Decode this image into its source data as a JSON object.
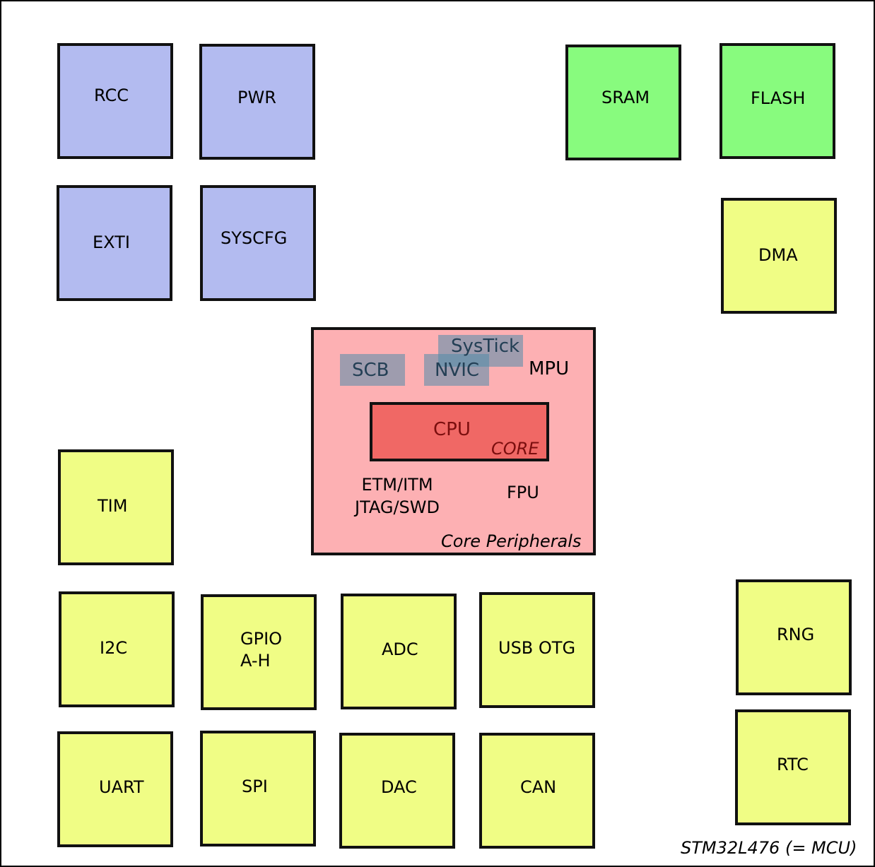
{
  "system_blocks": [
    "RCC",
    "PWR",
    "EXTI",
    "SYSCFG"
  ],
  "memory_blocks": [
    "SRAM",
    "FLASH"
  ],
  "peripherals": {
    "dma": "DMA",
    "tim": "TIM",
    "i2c": "I2C",
    "gpio": "GPIO\nA-H",
    "adc": "ADC",
    "usb": "USB OTG",
    "rng": "RNG",
    "uart": "UART",
    "spi": "SPI",
    "dac": "DAC",
    "can": "CAN",
    "rtc": "RTC"
  },
  "core": {
    "systick": "SysTick",
    "scb": "SCB",
    "nvic": "NVIC",
    "mpu": "MPU",
    "cpu": "CPU",
    "cpu_tag": "CORE",
    "debug": "ETM/ITM\nJTAG/SWD",
    "fpu": "FPU",
    "caption": "Core Peripherals"
  },
  "caption": "STM32L476 (= MCU)",
  "colors": {
    "system": "#b3bbf0",
    "memory": "#88fb7e",
    "peripheral": "#f0fd85",
    "core_peripherals": "#fdb0b3",
    "cpu": "#f06865",
    "overlay": "#508caa"
  }
}
